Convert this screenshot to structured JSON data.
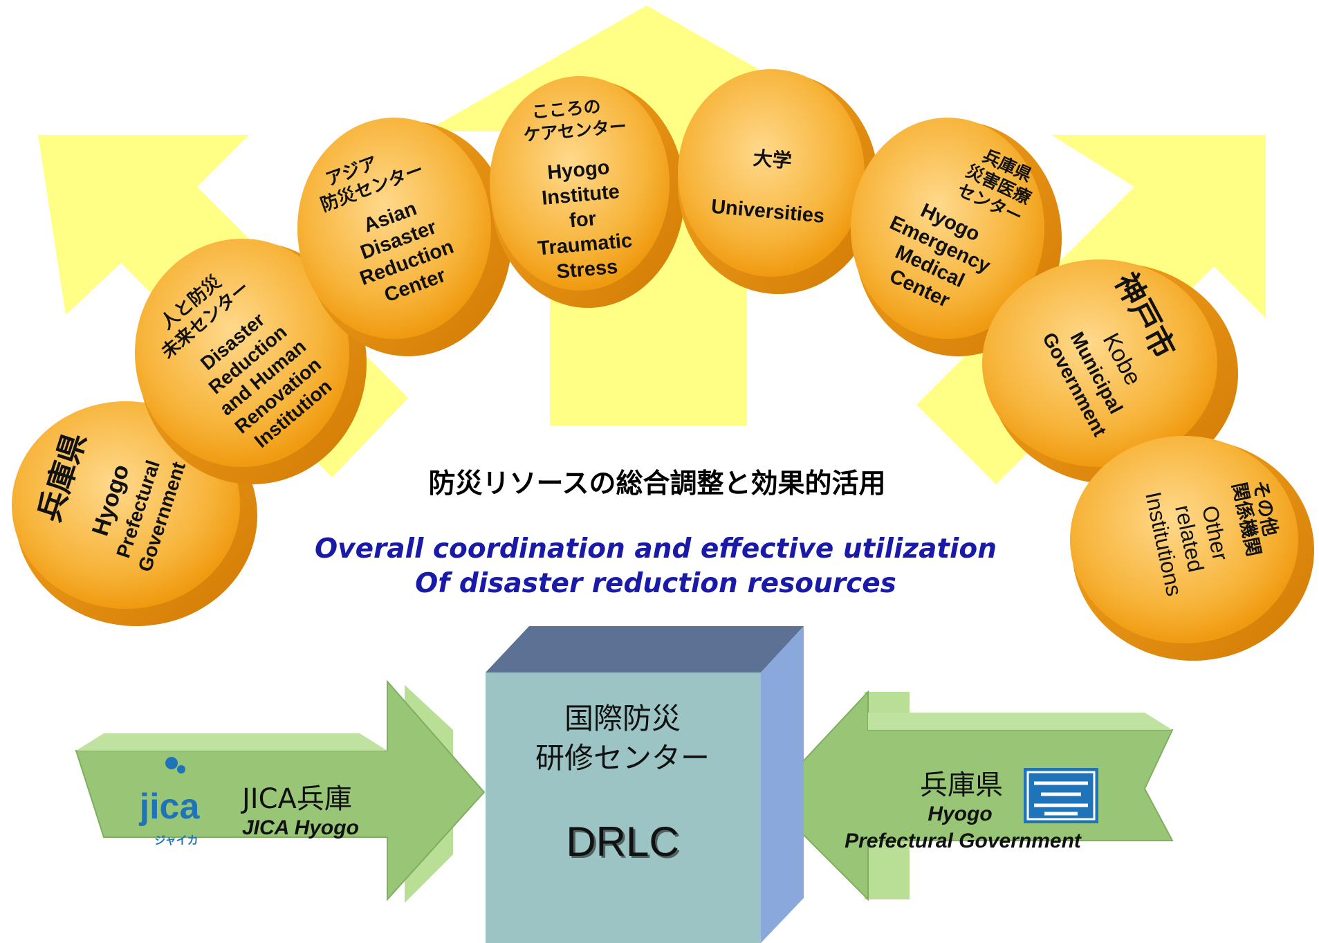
{
  "tagline": {
    "japanese": "防災リソースの総合調整と効果的活用",
    "english_line1": "Overall coordination and effective utilization",
    "english_line2": "Of disaster reduction resources"
  },
  "organizations": [
    {
      "ja": [
        "兵庫県"
      ],
      "en": [
        "Hyogo",
        "Prefectural",
        "Government"
      ]
    },
    {
      "ja": [
        "人と防災",
        "未来センター"
      ],
      "en": [
        "Disaster",
        "Reduction",
        "and Human",
        "Renovation",
        "Institution"
      ]
    },
    {
      "ja": [
        "アジア",
        "防災センター"
      ],
      "en": [
        "Asian",
        "Disaster",
        "Reduction",
        "Center"
      ]
    },
    {
      "ja": [
        "こころの",
        "ケアセンター"
      ],
      "en": [
        "Hyogo",
        "Institute",
        "for",
        "Traumatic",
        "Stress"
      ]
    },
    {
      "ja": [
        "大学"
      ],
      "en": [
        "Universities"
      ]
    },
    {
      "ja": [
        "兵庫県",
        "災害医療",
        "センター"
      ],
      "en": [
        "Hyogo",
        "Emergency",
        "Medical",
        "Center"
      ]
    },
    {
      "ja": [
        "神戸市"
      ],
      "en": [
        "Kobe",
        "Municipal",
        "Government"
      ]
    },
    {
      "ja": [
        "その他",
        "関係機関"
      ],
      "en": [
        "Other",
        "related",
        "Institutions"
      ]
    }
  ],
  "center_box": {
    "ja_line1": "国際防災",
    "ja_line2": "研修センター",
    "acronym": "DRLC"
  },
  "left_arrow": {
    "ja": "JICA兵庫",
    "en": "JICA Hyogo",
    "logo_text": "jica",
    "logo_sub": "ジャイカ"
  },
  "right_arrow": {
    "ja": "兵庫県",
    "en_line1": "Hyogo",
    "en_line2": "Prefectural Government"
  },
  "colors": {
    "yellow_arrow": "#ffff66",
    "orange_disc": "#f4a21c",
    "orange_disc_light": "#ffd27a",
    "green_arrow": "#9dc97a",
    "box_front": "#9dc3c3",
    "box_top": "#5a6f93",
    "box_side": "#8ea8d8",
    "tagline_english": "#1a1aa8"
  }
}
